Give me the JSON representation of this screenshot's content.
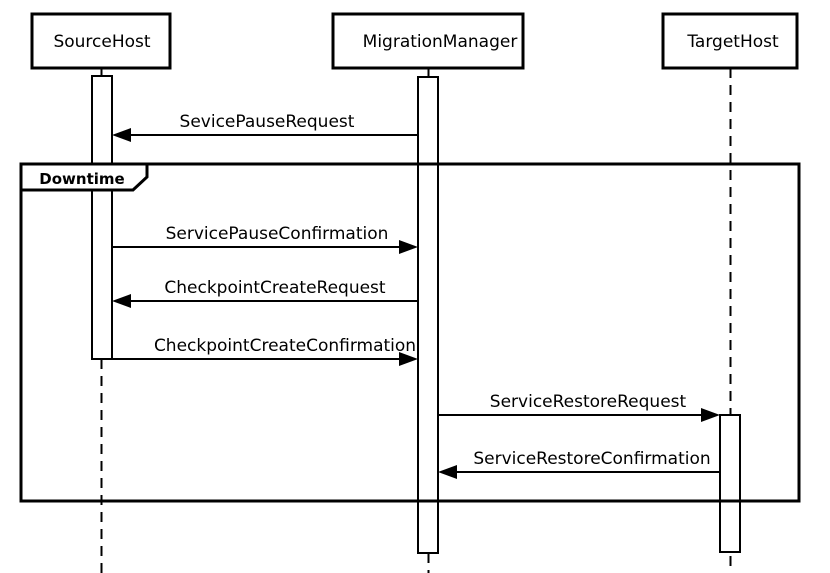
{
  "diagram": {
    "kind": "uml-sequence-diagram",
    "colors": {
      "line": "#000000",
      "fill": "#ffffff",
      "background": "#ffffff"
    },
    "participants": [
      {
        "name": "SourceHost"
      },
      {
        "name": "MigrationManager"
      },
      {
        "name": "TargetHost"
      }
    ],
    "frame": {
      "label": "Downtime"
    },
    "messages": [
      {
        "label": "SevicePauseRequest",
        "from": "MigrationManager",
        "to": "SourceHost"
      },
      {
        "label": "ServicePauseConfirmation",
        "from": "SourceHost",
        "to": "MigrationManager"
      },
      {
        "label": "CheckpointCreateRequest",
        "from": "MigrationManager",
        "to": "SourceHost"
      },
      {
        "label": "CheckpointCreateConfirmation",
        "from": "SourceHost",
        "to": "MigrationManager"
      },
      {
        "label": "ServiceRestoreRequest",
        "from": "MigrationManager",
        "to": "TargetHost"
      },
      {
        "label": "ServiceRestoreConfirmation",
        "from": "TargetHost",
        "to": "MigrationManager"
      }
    ]
  }
}
